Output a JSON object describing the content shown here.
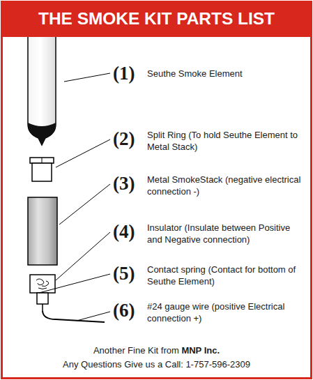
{
  "diagram": {
    "title": "THE SMOKE KIT PARTS LIST",
    "labels": [
      "(1)",
      "Seuthe Smoke Element",
      "(2)",
      "Split Ring (To hold Seuthe Element to Metal Stack)",
      "(3)",
      "Metal SmokeStack (negative electrical connection -)",
      "(4)",
      "Insulator (Insulate between Positive and Negative connection)",
      "(5)",
      "Contact spring (Contact for bottom of Seuthe Element)",
      "(6)",
      "#24 gauge wire (positive Electrical connection +)",
      "Another Fine Kit from",
      "MNP Inc.",
      "Any Questions Give us a Call: 1-757-596-2309"
    ]
  }
}
